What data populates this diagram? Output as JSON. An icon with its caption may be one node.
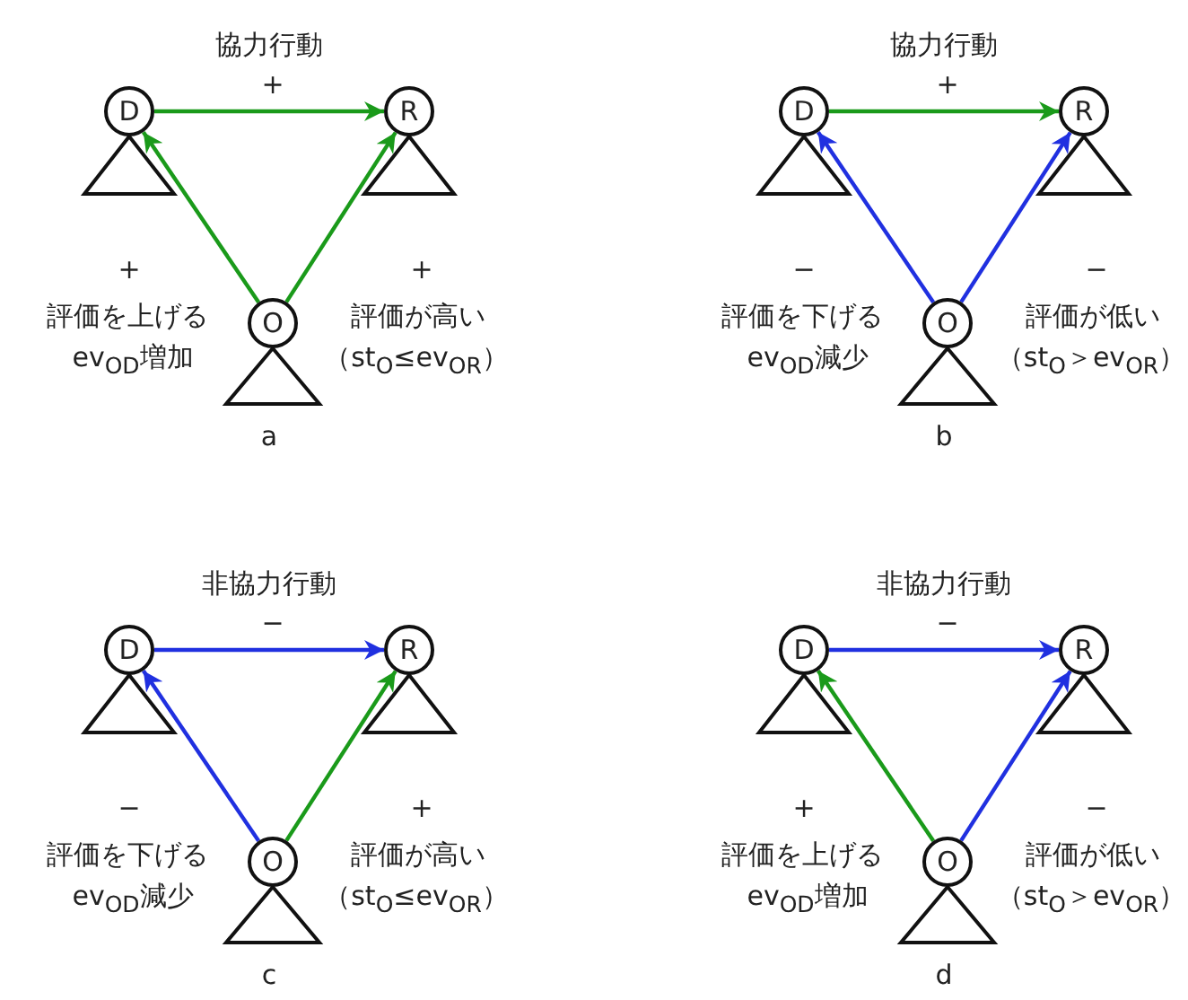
{
  "diagram": {
    "nodes": [
      {
        "text": [
          "D"
        ]
      },
      {
        "text": [
          "R"
        ]
      },
      {
        "text": [
          "O"
        ]
      },
      {
        "text": [
          "D"
        ]
      },
      {
        "text": [
          "R"
        ]
      },
      {
        "text": [
          "O"
        ]
      },
      {
        "text": [
          "D"
        ]
      },
      {
        "text": [
          "R"
        ]
      },
      {
        "text": [
          "O"
        ]
      },
      {
        "text": [
          "D"
        ]
      },
      {
        "text": [
          "R"
        ]
      },
      {
        "text": [
          "O"
        ]
      }
    ],
    "edges": [
      {
        "from": 0,
        "to": 1,
        "arrow": "to",
        "color": "#1a9a1a"
      },
      {
        "from": 2,
        "to": 0,
        "arrow": "to",
        "color": "#1a9a1a"
      },
      {
        "from": 2,
        "to": 1,
        "arrow": "to",
        "color": "#1a9a1a"
      },
      {
        "from": 3,
        "to": 4,
        "arrow": "to",
        "color": "#1a9a1a"
      },
      {
        "from": 5,
        "to": 3,
        "arrow": "to",
        "color": "#2030e0"
      },
      {
        "from": 5,
        "to": 4,
        "arrow": "to",
        "color": "#2030e0"
      },
      {
        "from": 6,
        "to": 7,
        "arrow": "to",
        "color": "#2030e0"
      },
      {
        "from": 8,
        "to": 6,
        "arrow": "to",
        "color": "#2030e0"
      },
      {
        "from": 8,
        "to": 7,
        "arrow": "to",
        "color": "#1a9a1a"
      },
      {
        "from": 9,
        "to": 10,
        "arrow": "to",
        "color": "#2030e0"
      },
      {
        "from": 11,
        "to": 9,
        "arrow": "to",
        "color": "#1a9a1a"
      },
      {
        "from": 11,
        "to": 10,
        "arrow": "to",
        "color": "#2030e0"
      }
    ],
    "labels": [
      "協力行動",
      "+",
      "+",
      "評価を上げる",
      "ev$_{OD}$増加",
      "+",
      "評価が高い",
      "（st$_{O}$≤ev$_{OR}$）",
      "a",
      "協力行動",
      "+",
      "−",
      "評価を下げる",
      "ev$_{OD}$減少",
      "−",
      "評価が低い",
      "（st$_{O}$＞ev$_{OR}$）",
      "b",
      "非協力行動",
      "−",
      "−",
      "評価を下げる",
      "ev$_{OD}$減少",
      "+",
      "評価が高い",
      "（st$_{O}$≤ev$_{OR}$）",
      "c",
      "非協力行動",
      "−",
      "+",
      "評価を上げる",
      "ev$_{OD}$増加",
      "−",
      "評価が低い",
      "（st$_{O}$＞ev$_{OR}$）",
      "d"
    ]
  }
}
